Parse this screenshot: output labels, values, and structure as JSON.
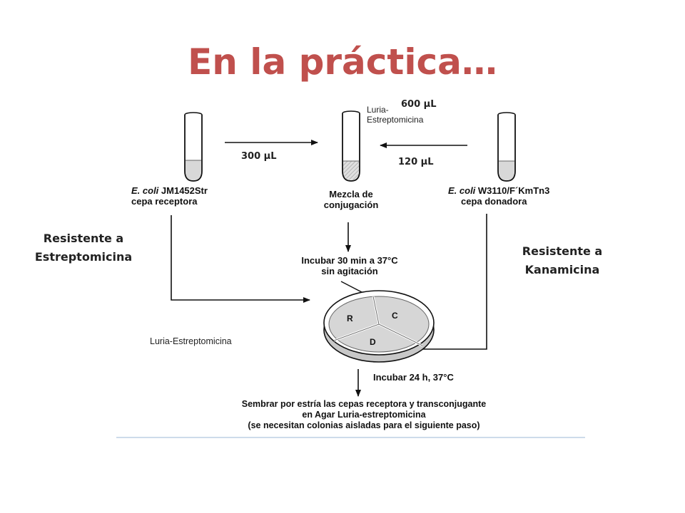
{
  "title": "En la práctica…",
  "colors": {
    "title": "#c0504d",
    "line": "#111111",
    "liquid": "#d8d8d8"
  },
  "tubes": {
    "receptor": {
      "name_italic": "E. coli",
      "name_rest": " JM1452Str",
      "role": "cepa receptora"
    },
    "mix": {
      "line1": "Mezcla de",
      "line2": "conjugación",
      "medium_line1": "Luria-",
      "medium_line2": "Estreptomicina"
    },
    "donor": {
      "name_italic": "E. coli",
      "name_rest": " W3110/F´KmTn3",
      "role": "cepa donadora"
    }
  },
  "volumes": {
    "receptor": "300  µL",
    "medium": "600  µL",
    "donor": "120  µL"
  },
  "resistance": {
    "left_line1": "Resistente a",
    "left_line2": "Estreptomicina",
    "right_line1": "Resistente a",
    "right_line2": "Kanamicina"
  },
  "steps": {
    "incubate1_line1": "Incubar 30 min a 37°C",
    "incubate1_line2": "sin agitación",
    "plate_medium": "Luria-Estreptomicina",
    "incubate2": "Incubar 24 h, 37°C",
    "final_line1": "Sembrar por estría las cepas receptora y transconjugante",
    "final_line2": "en Agar Luria-estreptomicina",
    "final_line3": "(se necesitan colonias aisladas para el siguiente paso)"
  },
  "plate_sections": {
    "r": "R",
    "c": "C",
    "d": "D"
  }
}
